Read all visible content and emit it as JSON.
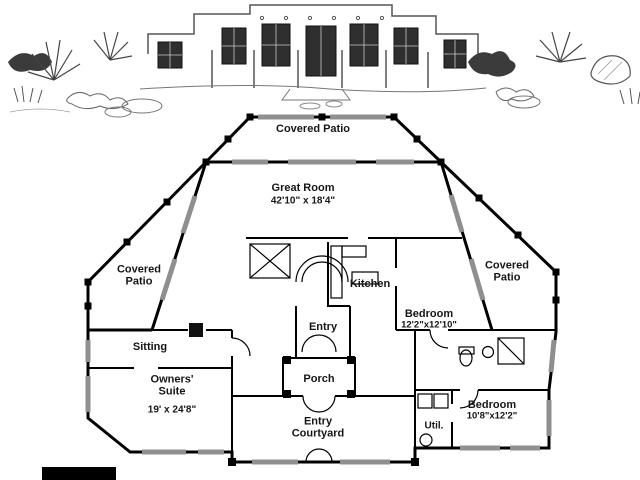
{
  "plan": {
    "labels": {
      "covered_patio_top": "Covered Patio",
      "great_room": "Great Room",
      "great_room_dims": "42'10\" x 18'4\"",
      "covered_patio_left": "Covered Patio",
      "covered_patio_right": "Covered Patio",
      "kitchen": "Kitchen",
      "bedroom_1": "Bedroom",
      "bedroom_1_dims": "12'2\"x12'10\"",
      "sitting": "Sitting",
      "entry": "Entry",
      "owners_suite": "Owners' Suite",
      "owners_suite_dims": "19' x 24'8\"",
      "porch": "Porch",
      "entry_courtyard": "Entry Courtyard",
      "util": "Util.",
      "bedroom_2": "Bedroom",
      "bedroom_2_dims": "10'8\"x12'2\""
    },
    "colors": {
      "wall": "#000000",
      "window": "#8f8f8f",
      "column": "#000000",
      "sketch_line": "#555555",
      "background": "#ffffff"
    }
  }
}
